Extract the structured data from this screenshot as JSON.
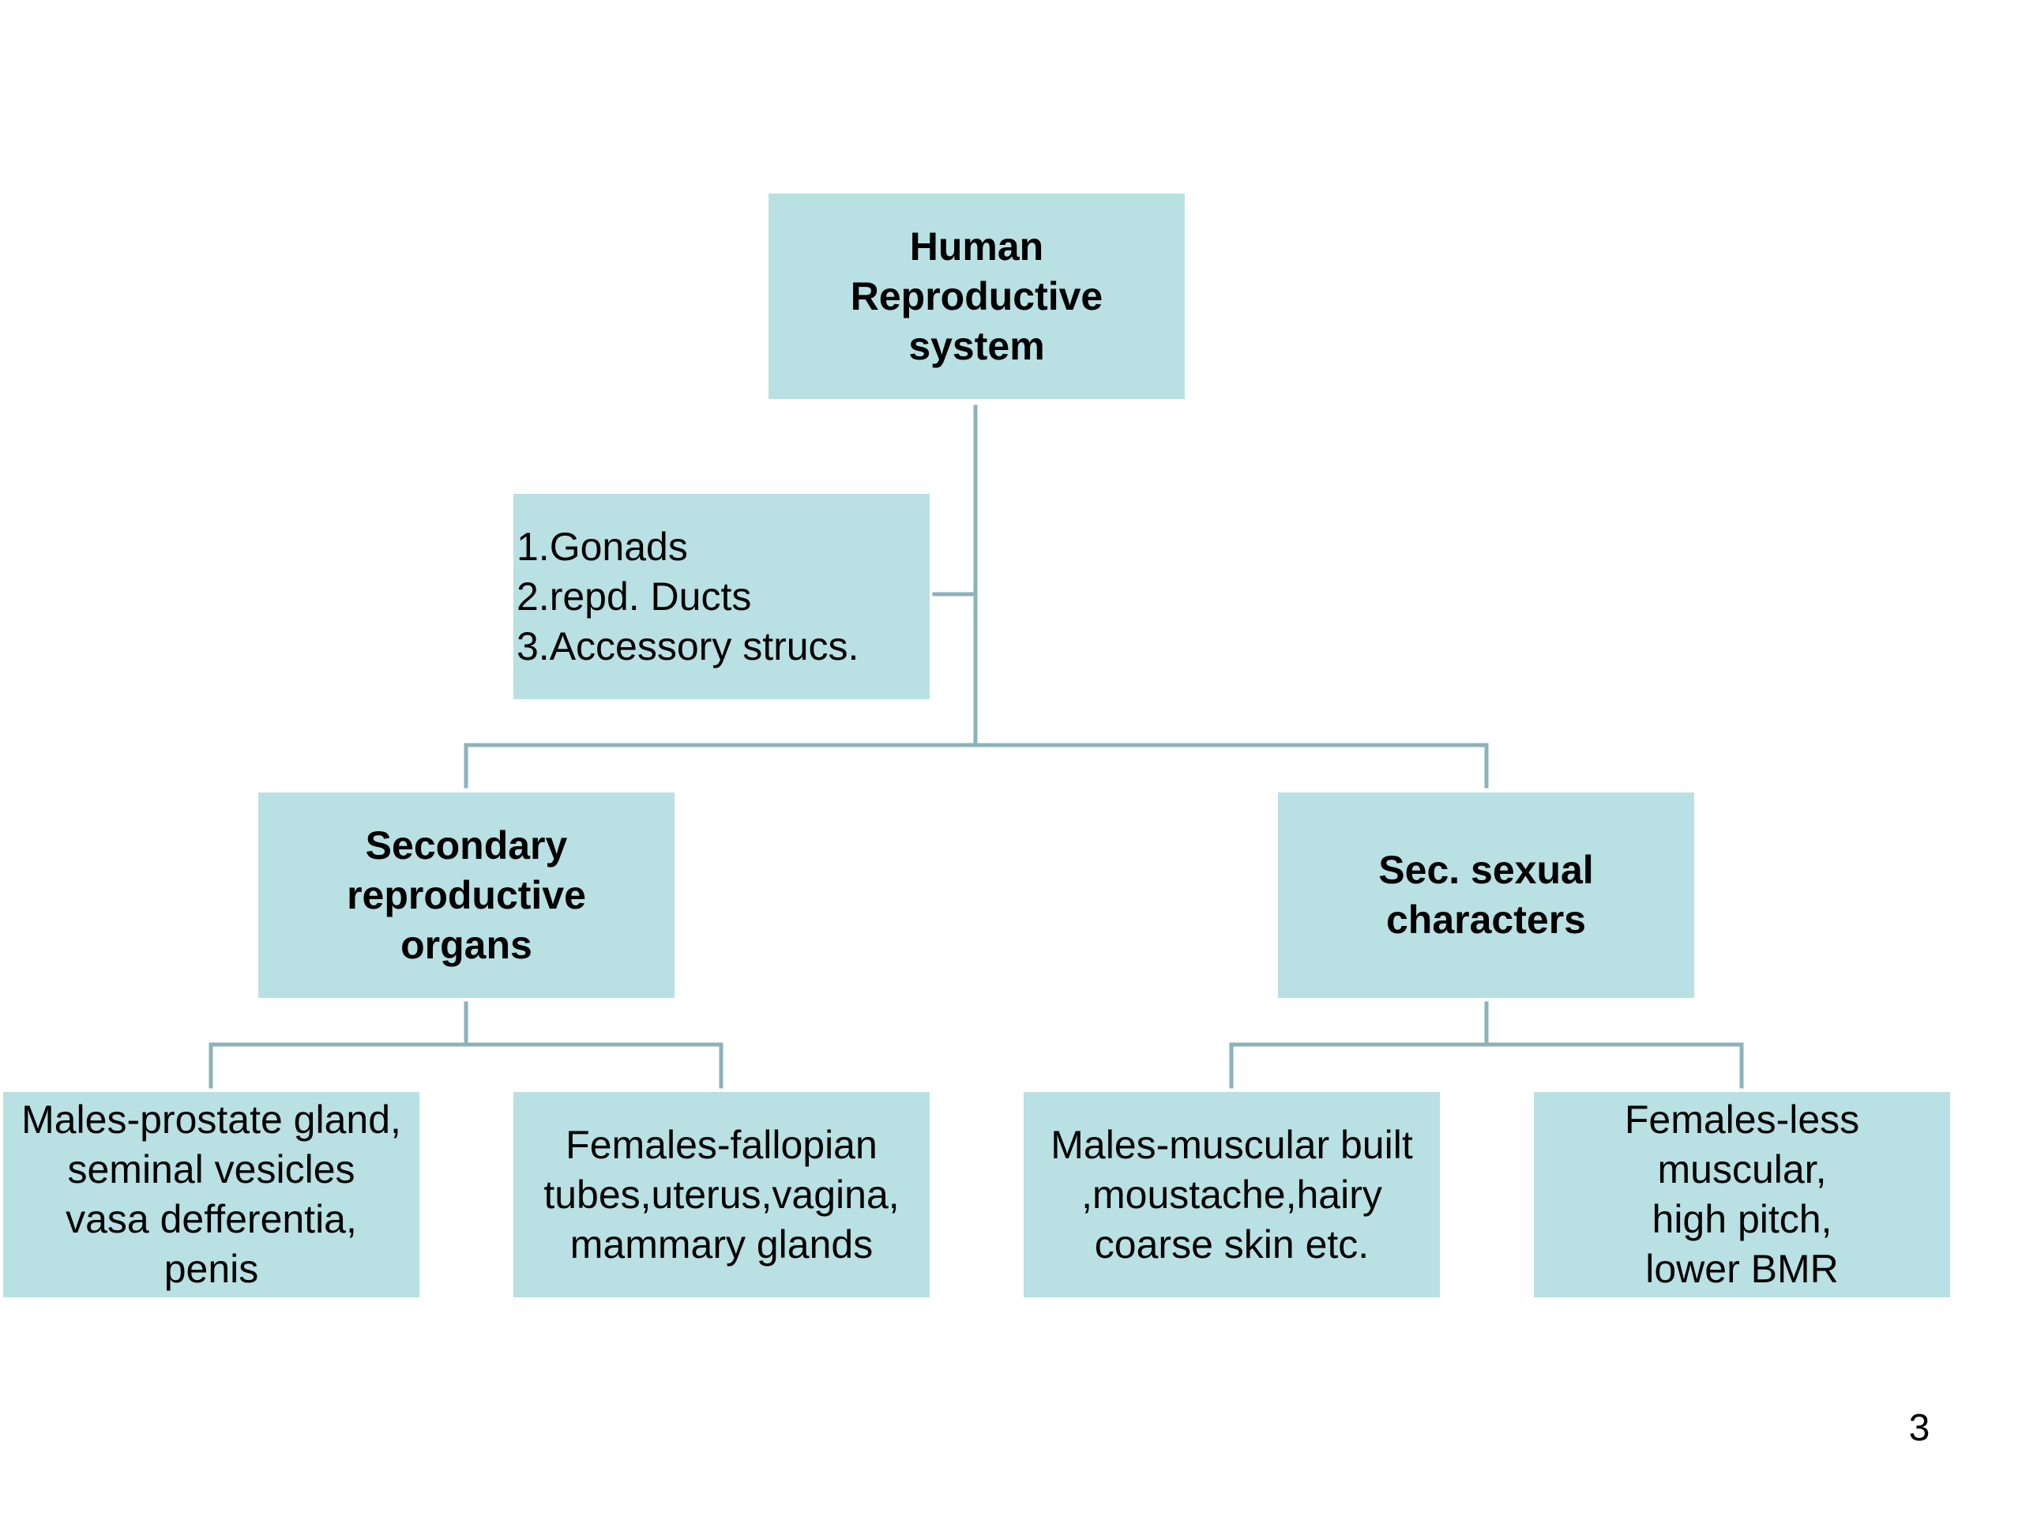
{
  "root": {
    "lines": [
      "Human",
      "Reproductive",
      "system"
    ]
  },
  "components": {
    "lines": [
      "1.Gonads",
      "2.repd. Ducts",
      "3.Accessory strucs."
    ]
  },
  "secondary_organs": {
    "label": {
      "lines": [
        "Secondary",
        "reproductive",
        "organs"
      ]
    },
    "males": {
      "lines": [
        "Males-prostate gland,",
        "seminal vesicles",
        "vasa defferentia,",
        "penis"
      ]
    },
    "females": {
      "lines": [
        "Females-fallopian",
        "tubes,uterus,vagina,",
        "mammary glands"
      ]
    }
  },
  "sec_sexual_characters": {
    "label": {
      "lines": [
        "Sec. sexual",
        "characters"
      ]
    },
    "males": {
      "lines": [
        "Males-muscular built",
        ",moustache,hairy",
        "coarse skin etc."
      ]
    },
    "females": {
      "lines": [
        "Females-less",
        "muscular,",
        "high pitch,",
        "lower BMR"
      ]
    }
  },
  "page_number": "3",
  "colors": {
    "box_fill": "#b9e0e3",
    "connector": "#8bb3b8"
  }
}
